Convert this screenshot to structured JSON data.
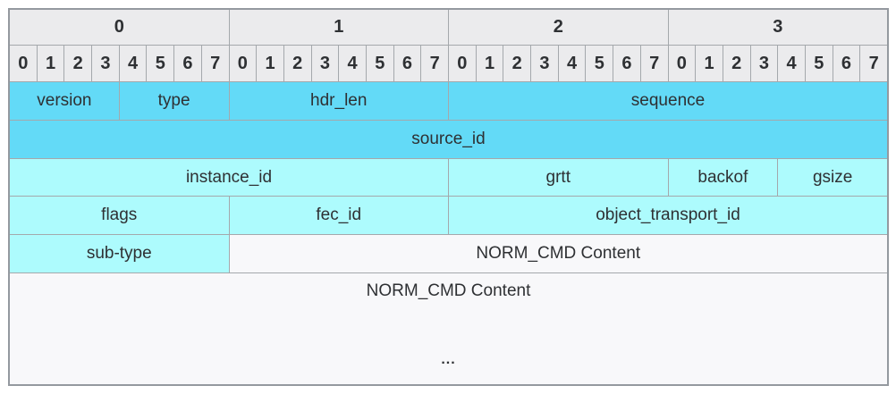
{
  "colors": {
    "line": "#a4a8ac",
    "outer_border": "#94999f",
    "header_bg": "#ebebed",
    "dark_cyan": "#63daf7",
    "light_cyan": "#adfbfd",
    "content_bg": "#f8f8fa",
    "text": "#2e3033",
    "page_bg": "#ffffff"
  },
  "header": {
    "byte_groups": [
      "0",
      "1",
      "2",
      "3"
    ],
    "bit_labels": [
      "0",
      "1",
      "2",
      "3",
      "4",
      "5",
      "6",
      "7",
      "0",
      "1",
      "2",
      "3",
      "4",
      "5",
      "6",
      "7",
      "0",
      "1",
      "2",
      "3",
      "4",
      "5",
      "6",
      "7",
      "0",
      "1",
      "2",
      "3",
      "4",
      "5",
      "6",
      "7"
    ]
  },
  "fields": {
    "version": "version",
    "type": "type",
    "hdr_len": "hdr_len",
    "sequence": "sequence",
    "source_id": "source_id",
    "instance_id": "instance_id",
    "grtt": "grtt",
    "backof": "backof",
    "gsize": "gsize",
    "flags": "flags",
    "fec_id": "fec_id",
    "object_transport_id": "object_transport_id",
    "sub_type": "sub-type",
    "cmd_content": "NORM_CMD Content"
  },
  "content_area": {
    "label": "NORM_CMD Content",
    "ellipsis": "..."
  }
}
